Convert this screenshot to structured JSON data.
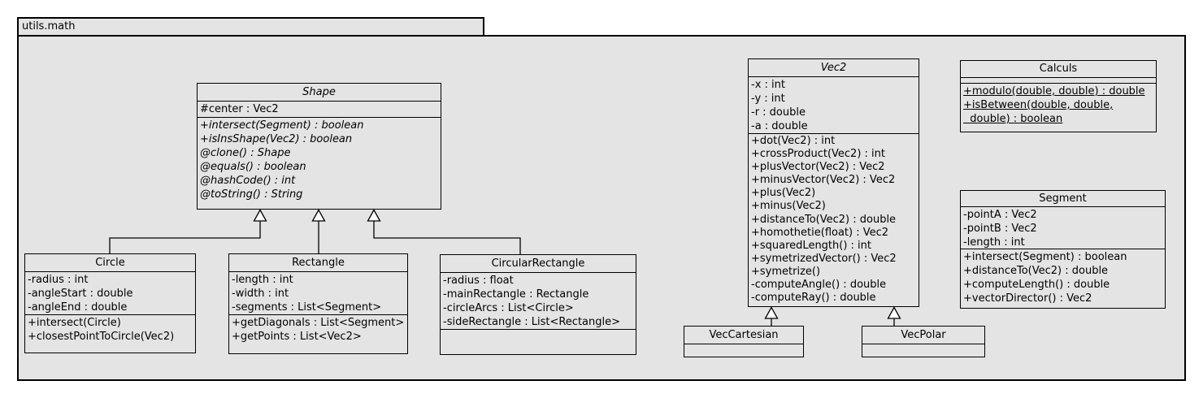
{
  "package": {
    "name": "utils.math"
  },
  "colors": {
    "diagram_background": "#e4e4e4",
    "stroke": "#000000",
    "page_background": "#ffffff"
  },
  "classes": {
    "shape": {
      "title": "Shape",
      "abstract": true,
      "attributes": [
        "#center : Vec2"
      ],
      "methods": [
        "+intersect(Segment) : boolean",
        "+isInsShape(Vec2) : boolean",
        "@clone() : Shape",
        "@equals() : boolean",
        "@hashCode() : int",
        "@toString() : String"
      ]
    },
    "circle": {
      "title": "Circle",
      "abstract": false,
      "attributes": [
        "-radius : int",
        "-angleStart : double",
        "-angleEnd : double"
      ],
      "methods": [
        "+intersect(Circle)",
        "+closestPointToCircle(Vec2)"
      ]
    },
    "rectangle": {
      "title": "Rectangle",
      "abstract": false,
      "attributes": [
        "-length : int",
        "-width : int",
        "-segments : List<Segment>"
      ],
      "methods": [
        "+getDiagonals : List<Segment>",
        "+getPoints : List<Vec2>"
      ]
    },
    "circularRectangle": {
      "title": "CircularRectangle",
      "abstract": false,
      "attributes": [
        "-radius : float",
        "-mainRectangle : Rectangle",
        "-circleArcs : List<Circle>",
        "-sideRectangle : List<Rectangle>"
      ],
      "methods": []
    },
    "vec2": {
      "title": "Vec2",
      "abstract": true,
      "attributes": [
        "-x : int",
        "-y : int",
        "-r : double",
        "-a : double"
      ],
      "methods": [
        "+dot(Vec2) : int",
        "+crossProduct(Vec2) : int",
        "+plusVector(Vec2) : Vec2",
        "+minusVector(Vec2) : Vec2",
        "+plus(Vec2)",
        "+minus(Vec2)",
        "+distanceTo(Vec2) : double",
        "+homothetie(float) : Vec2",
        "+squaredLength() : int",
        "+symetrizedVector() : Vec2",
        "+symetrize()",
        "-computeAngle() : double",
        "-computeRay() : double"
      ]
    },
    "calculs": {
      "title": "Calculs",
      "abstract": false,
      "attributes": [],
      "methods": [
        "+modulo(double, double) : double",
        "+isBetween(double, double,",
        "  double) : boolean"
      ],
      "methods_static": true
    },
    "segment": {
      "title": "Segment",
      "abstract": false,
      "attributes": [
        "-pointA : Vec2",
        "-pointB : Vec2",
        "-length : int"
      ],
      "methods": [
        "+intersect(Segment) : boolean",
        "+distanceTo(Vec2) : double",
        "+computeLength() : double",
        "+vectorDirector() : Vec2"
      ]
    },
    "vecCartesian": {
      "title": "VecCartesian",
      "abstract": false,
      "attributes": [],
      "methods": []
    },
    "vecPolar": {
      "title": "VecPolar",
      "abstract": false,
      "attributes": [],
      "methods": []
    }
  },
  "relations": [
    {
      "from": "Circle",
      "to": "Shape",
      "type": "extends"
    },
    {
      "from": "Rectangle",
      "to": "Shape",
      "type": "extends"
    },
    {
      "from": "CircularRectangle",
      "to": "Shape",
      "type": "extends"
    },
    {
      "from": "VecCartesian",
      "to": "Vec2",
      "type": "extends"
    },
    {
      "from": "VecPolar",
      "to": "Vec2",
      "type": "extends"
    }
  ]
}
